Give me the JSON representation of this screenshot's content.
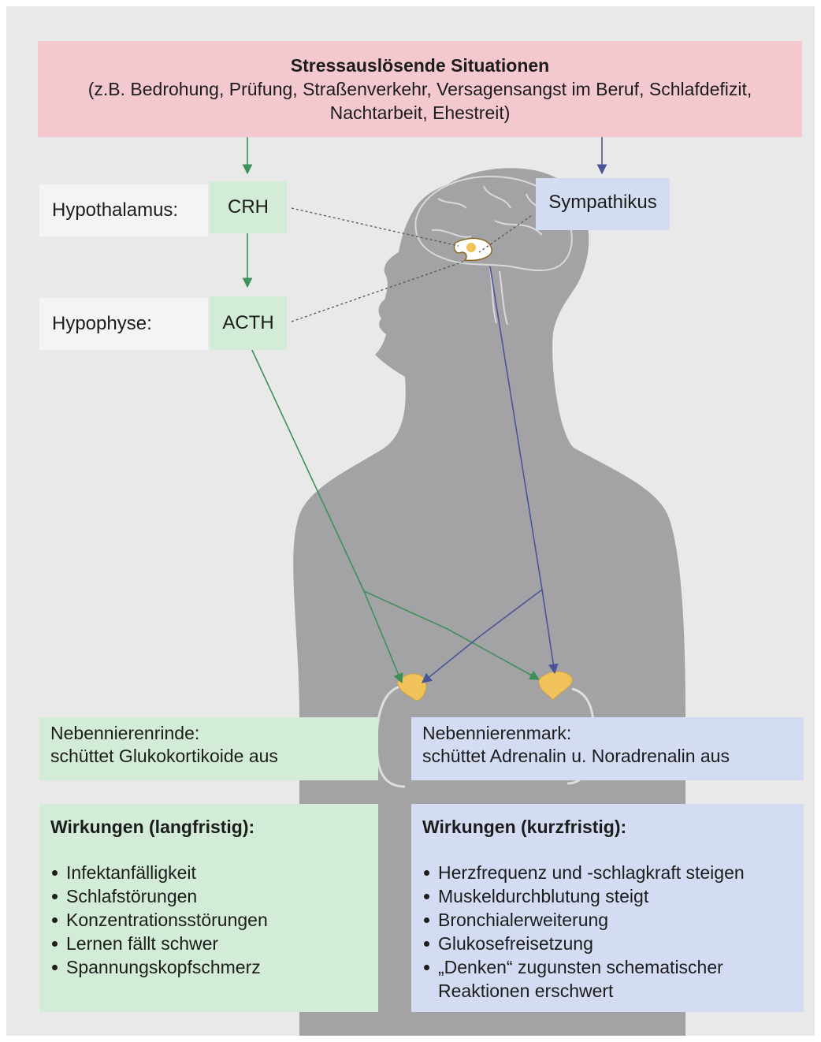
{
  "header": {
    "title": "Stressauslösende Situationen",
    "subtitle_line1": "(z.B. Bedrohung, Prüfung, Straßenverkehr, Versagensangst im Beruf, Schlafdefizit,",
    "subtitle_line2": "Nachtarbeit, Ehestreit)"
  },
  "hypothalamus": {
    "label": "Hypothalamus:",
    "hormone": "CRH"
  },
  "hypophyse": {
    "label": "Hypophyse:",
    "hormone": "ACTH"
  },
  "sympathikus": {
    "label": "Sympathikus"
  },
  "nebennierenrinde": {
    "line1": "Nebennierenrinde:",
    "line2": "schüttet Glukokortikoide aus"
  },
  "nebennierenmark": {
    "line1": "Nebennierenmark:",
    "line2": "schüttet Adrenalin u. Noradrenalin aus"
  },
  "wirkungen_langfristig": {
    "heading": "Wirkungen (langfristig):",
    "items": [
      "Infektanfälligkeit",
      "Schlafstörungen",
      "Konzentrationsstörungen",
      "Lernen fällt schwer",
      "Spannungskopfschmerz"
    ]
  },
  "wirkungen_kurzfristig": {
    "heading": "Wirkungen (kurzfristig):",
    "items": [
      "Herzfrequenz und -schlagkraft steigen",
      "Muskeldurchblutung steigt",
      "Bronchialerweiterung",
      "Glukosefreisetzung"
    ],
    "last_item_line1": "„Denken“ zugunsten schematischer",
    "last_item_line2": "Reaktionen erschwert"
  },
  "colors": {
    "stress": "#f3c9cf",
    "green": "#d2ecd7",
    "blue": "#d4dcf3",
    "silhouette": "#a3a3a6",
    "green_arrow": "#3f8f5a",
    "blue_arrow": "#4a5598",
    "gland": "#f2c25a"
  }
}
